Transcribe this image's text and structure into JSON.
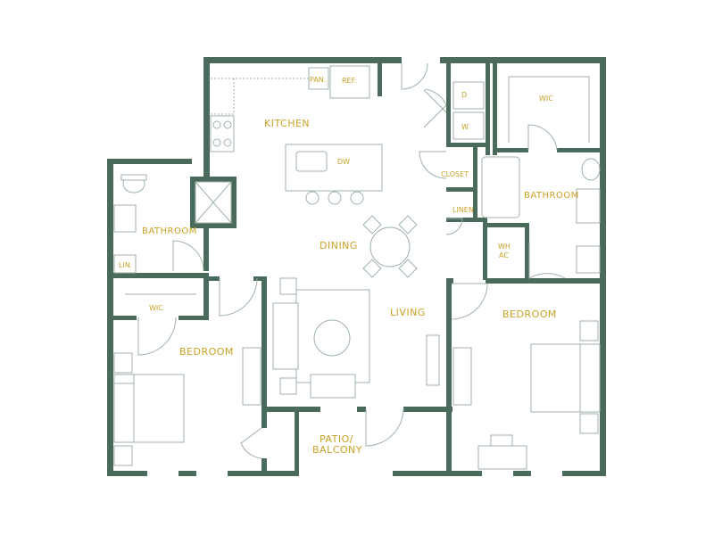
{
  "rooms": {
    "kitchen": "KITCHEN",
    "dining": "DINING",
    "living": "LIVING",
    "bath_left": "BATHROOM",
    "bath_right": "BATHROOM",
    "bed_left": "BEDROOM",
    "bed_right": "BEDROOM",
    "wic_left": "WIC",
    "wic_right": "WIC",
    "patio_line1": "PATIO/",
    "patio_line2": "BALCONY",
    "closet": "CLOSET",
    "linen": "LINEN",
    "lin": "LIN.",
    "whac_line1": "WH",
    "whac_line2": "AC",
    "pantry": "PAN.",
    "fridge": "REF.",
    "dishwasher": "DW",
    "dryer": "D",
    "washer": "W"
  },
  "colors": {
    "wall": "#4a6a5c",
    "label": "#c9a227",
    "fixture": "#9fb2a8"
  }
}
